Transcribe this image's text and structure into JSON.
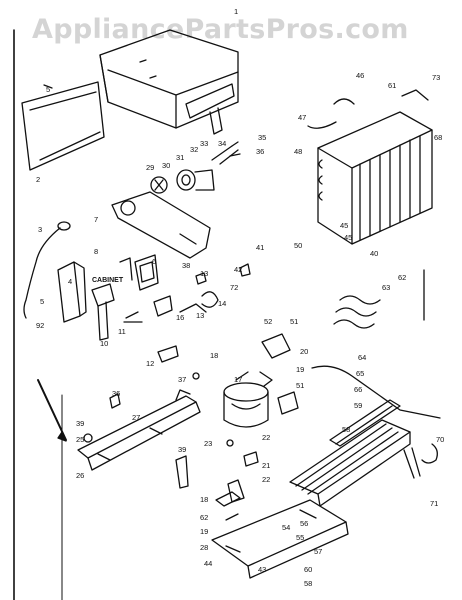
{
  "watermark": "AppliancePartsPros.com",
  "cabinet_label": "CABINET",
  "part_callouts": {
    "p1": "1",
    "p2": "2",
    "p3": "3",
    "p4": "4",
    "p5": "5",
    "p6": "6",
    "p7": "7",
    "p8": "8",
    "p10": "10",
    "p11": "11",
    "p12": "12",
    "p13": "13",
    "p14": "14",
    "p16": "16",
    "p17": "17",
    "p18": "18",
    "p19": "19",
    "p20": "20",
    "p21": "21",
    "p22": "22",
    "p23": "23",
    "p25": "25",
    "p26": "26",
    "p27": "27",
    "p28": "28",
    "p29": "29",
    "p30": "30",
    "p31": "31",
    "p32": "32",
    "p33": "33",
    "p34": "34",
    "p35": "35",
    "p36": "36",
    "p37": "37",
    "p38": "38",
    "p39": "39",
    "p40": "40",
    "p41": "41",
    "p42": "42",
    "p43": "43",
    "p44": "44",
    "p45": "45",
    "p46": "46",
    "p47": "47",
    "p48": "48",
    "p50": "50",
    "p51": "51",
    "p52": "52",
    "p54": "54",
    "p55": "55",
    "p56": "56",
    "p57": "57",
    "p58": "58",
    "p59": "59",
    "p60": "60",
    "p61": "61",
    "p62": "62",
    "p63": "63",
    "p64": "64",
    "p65": "65",
    "p66": "66",
    "p68": "68",
    "p70": "70",
    "p71": "71",
    "p72": "72",
    "p73": "73",
    "p92": "92"
  }
}
